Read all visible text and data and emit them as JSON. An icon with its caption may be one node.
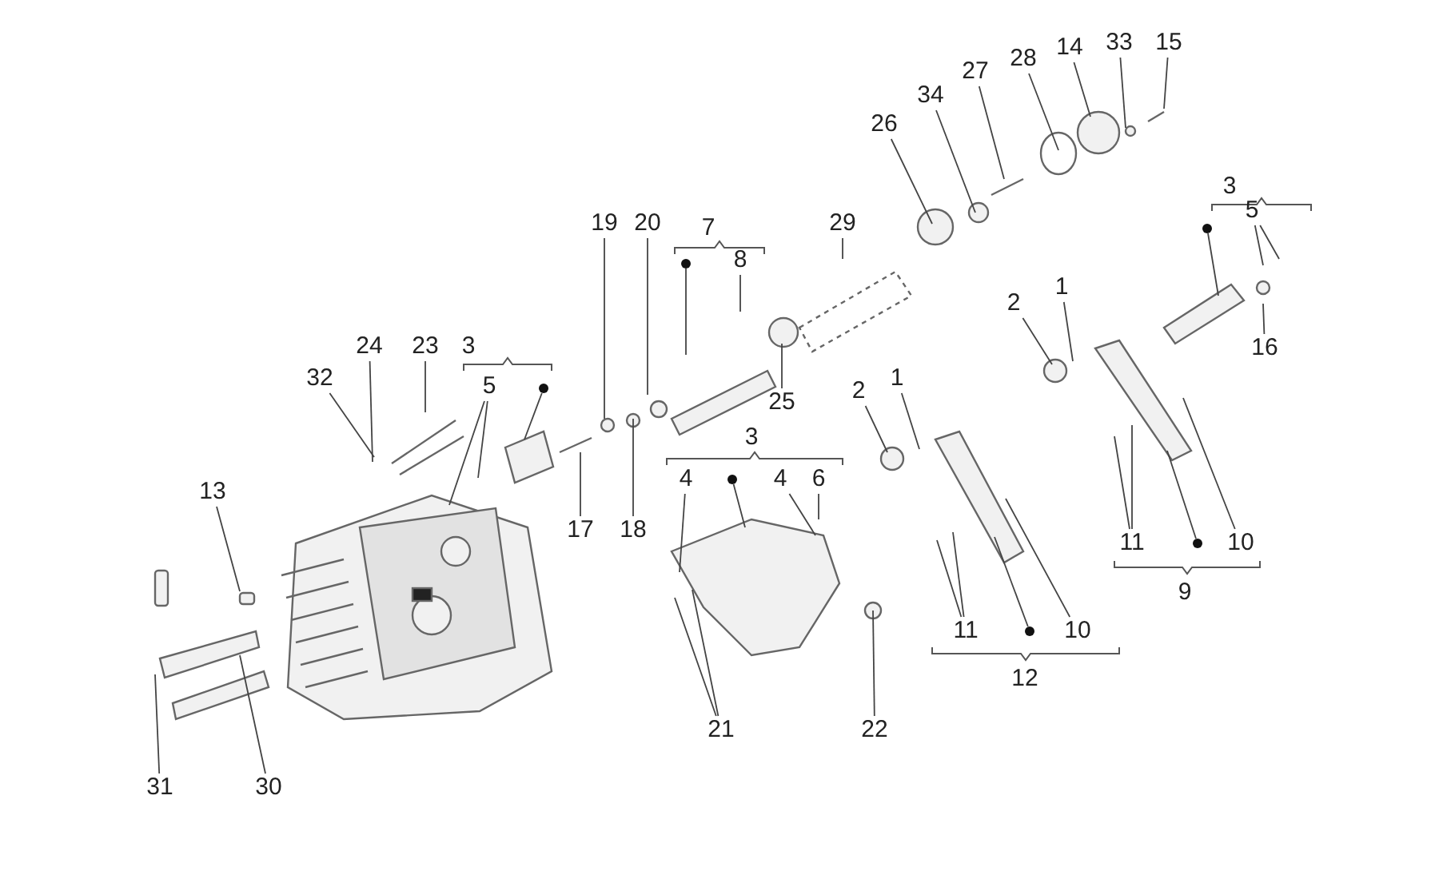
{
  "diagram": {
    "nodes": [
      {
        "text": [
          "32"
        ]
      },
      {
        "text": [
          "24"
        ]
      },
      {
        "text": [
          "23"
        ]
      },
      {
        "text": [
          "5"
        ]
      },
      {
        "text": [
          "13"
        ]
      },
      {
        "text": [
          "31"
        ]
      },
      {
        "text": [
          "30"
        ]
      },
      {
        "text": [
          "17"
        ]
      },
      {
        "text": [
          "18"
        ]
      },
      {
        "text": [
          "19"
        ]
      },
      {
        "text": [
          "20"
        ]
      },
      {
        "text": [
          "8"
        ]
      },
      {
        "text": [
          "25"
        ]
      },
      {
        "text": [
          "29"
        ]
      },
      {
        "text": [
          "26"
        ]
      },
      {
        "text": [
          "34"
        ]
      },
      {
        "text": [
          "27"
        ]
      },
      {
        "text": [
          "28"
        ]
      },
      {
        "text": [
          "14"
        ]
      },
      {
        "text": [
          "33"
        ]
      },
      {
        "text": [
          "15"
        ]
      },
      {
        "text": [
          "5"
        ]
      },
      {
        "text": [
          "16"
        ]
      },
      {
        "text": [
          "2"
        ]
      },
      {
        "text": [
          "1"
        ]
      },
      {
        "text": [
          "2"
        ]
      },
      {
        "text": [
          "1"
        ]
      },
      {
        "text": [
          "4"
        ]
      },
      {
        "text": [
          "4"
        ]
      },
      {
        "text": [
          "6"
        ]
      },
      {
        "text": [
          "21"
        ]
      },
      {
        "text": [
          "22"
        ]
      },
      {
        "text": [
          "11"
        ]
      },
      {
        "text": [
          "10"
        ]
      },
      {
        "text": [
          "11"
        ]
      },
      {
        "text": [
          "10"
        ]
      },
      {
        "text": [],
        "shape": "circle"
      },
      {
        "text": [],
        "shape": "circle"
      },
      {
        "text": [],
        "shape": "circle"
      },
      {
        "text": [],
        "shape": "circle"
      },
      {
        "text": [],
        "shape": "circle"
      },
      {
        "text": [],
        "shape": "circle"
      }
    ],
    "edges": [
      {
        "from": 0,
        "to": null,
        "arrow": "none"
      },
      {
        "from": 1,
        "to": null,
        "arrow": "none"
      },
      {
        "from": 2,
        "to": null,
        "arrow": "none"
      },
      {
        "from": 3,
        "to": null,
        "arrow": "none"
      },
      {
        "from": 3,
        "to": null,
        "arrow": "none"
      },
      {
        "from": 4,
        "to": null,
        "arrow": "none"
      },
      {
        "from": 5,
        "to": null,
        "arrow": "none"
      },
      {
        "from": 6,
        "to": null,
        "arrow": "none"
      },
      {
        "from": 7,
        "to": null,
        "arrow": "none"
      },
      {
        "from": 8,
        "to": null,
        "arrow": "none"
      },
      {
        "from": 9,
        "to": null,
        "arrow": "none"
      },
      {
        "from": 10,
        "to": null,
        "arrow": "none"
      },
      {
        "from": 11,
        "to": null,
        "arrow": "none"
      },
      {
        "from": 12,
        "to": null,
        "arrow": "none"
      },
      {
        "from": 13,
        "to": null,
        "arrow": "none"
      },
      {
        "from": 14,
        "to": null,
        "arrow": "none"
      },
      {
        "from": 15,
        "to": null,
        "arrow": "none"
      },
      {
        "from": 16,
        "to": null,
        "arrow": "none"
      },
      {
        "from": 17,
        "to": null,
        "arrow": "none"
      },
      {
        "from": 18,
        "to": null,
        "arrow": "none"
      },
      {
        "from": 19,
        "to": null,
        "arrow": "none"
      },
      {
        "from": 20,
        "to": null,
        "arrow": "none"
      },
      {
        "from": 21,
        "to": null,
        "arrow": "none"
      },
      {
        "from": 21,
        "to": null,
        "arrow": "none"
      },
      {
        "from": 22,
        "to": null,
        "arrow": "none"
      },
      {
        "from": 23,
        "to": null,
        "arrow": "none"
      },
      {
        "from": 24,
        "to": null,
        "arrow": "none"
      },
      {
        "from": 25,
        "to": null,
        "arrow": "none"
      },
      {
        "from": 26,
        "to": null,
        "arrow": "none"
      },
      {
        "from": 27,
        "to": null,
        "arrow": "none"
      },
      {
        "from": 28,
        "to": null,
        "arrow": "none"
      },
      {
        "from": 29,
        "to": null,
        "arrow": "none"
      },
      {
        "from": 30,
        "to": null,
        "arrow": "none"
      },
      {
        "from": 30,
        "to": null,
        "arrow": "none"
      },
      {
        "from": 31,
        "to": null,
        "arrow": "none"
      },
      {
        "from": 32,
        "to": null,
        "arrow": "none"
      },
      {
        "from": 32,
        "to": null,
        "arrow": "none"
      },
      {
        "from": 33,
        "to": null,
        "arrow": "none"
      },
      {
        "from": 34,
        "to": null,
        "arrow": "none"
      },
      {
        "from": 34,
        "to": null,
        "arrow": "none"
      },
      {
        "from": 35,
        "to": null,
        "arrow": "none"
      },
      {
        "from": 36,
        "to": null,
        "arrow": "none"
      },
      {
        "from": 37,
        "to": null,
        "arrow": "none"
      },
      {
        "from": 38,
        "to": null,
        "arrow": "none"
      },
      {
        "from": 39,
        "to": null,
        "arrow": "none"
      },
      {
        "from": 40,
        "to": null,
        "arrow": "none"
      },
      {
        "from": 41,
        "to": null,
        "arrow": "none"
      }
    ],
    "labels": [
      "3",
      "7",
      "3",
      "3",
      "9",
      "12"
    ]
  }
}
